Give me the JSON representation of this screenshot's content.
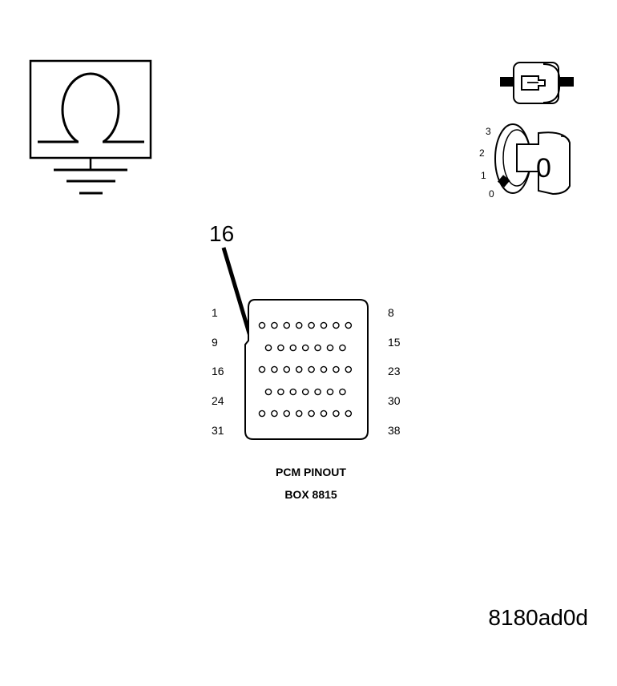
{
  "ohmmeter_icon": {
    "symbol": "Ω"
  },
  "connector_icon": {
    "name": "connector-icon"
  },
  "ignition": {
    "positions": [
      "3",
      "2",
      "1",
      "0"
    ],
    "key_label": "0"
  },
  "callout": {
    "label": "16"
  },
  "pinout": {
    "rows": [
      {
        "left": "1",
        "right": "8",
        "pins": 8
      },
      {
        "left": "9",
        "right": "15",
        "pins": 7
      },
      {
        "left": "16",
        "right": "23",
        "pins": 8
      },
      {
        "left": "24",
        "right": "30",
        "pins": 7
      },
      {
        "left": "31",
        "right": "38",
        "pins": 8
      }
    ],
    "caption_line1": "PCM PINOUT",
    "caption_line2": "BOX 8815"
  },
  "figure_id": "8180ad0d"
}
